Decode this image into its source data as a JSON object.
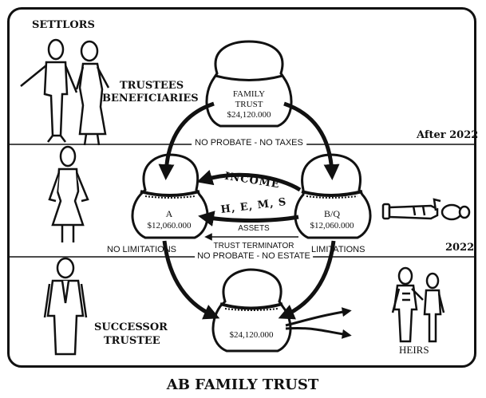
{
  "settlors": "SETTLORS",
  "trustees_beneficiaries": [
    "TRUSTEES",
    "BENEFICIARIES"
  ],
  "family_trust": {
    "name": [
      "FAMILY",
      "TRUST"
    ],
    "amount": "$24,120.000"
  },
  "after_2022": "After 2022",
  "no_probate_no_taxes": "NO PROBATE - NO TAXES",
  "bag_a": {
    "label": "A",
    "amount": "$12,060.000"
  },
  "bag_bq": {
    "label": "B/Q",
    "amount": "$12,060.000"
  },
  "income": "INCOME",
  "hems": "H, E, M, S",
  "assets": "ASSETS",
  "trust_terminator": "TRUST TERMINATOR",
  "no_probate_no_estate": "NO PROBATE - NO ESTATE",
  "no_limitations": "NO LIMITATIONS",
  "limitations": "LIMITATIONS",
  "year_2022": "2022",
  "final_bag": {
    "amount": "$24,120.000"
  },
  "successor_trustee": [
    "SUCCESSOR",
    "TRUSTEE"
  ],
  "heirs": "HEIRS",
  "title": "AB FAMILY TRUST"
}
